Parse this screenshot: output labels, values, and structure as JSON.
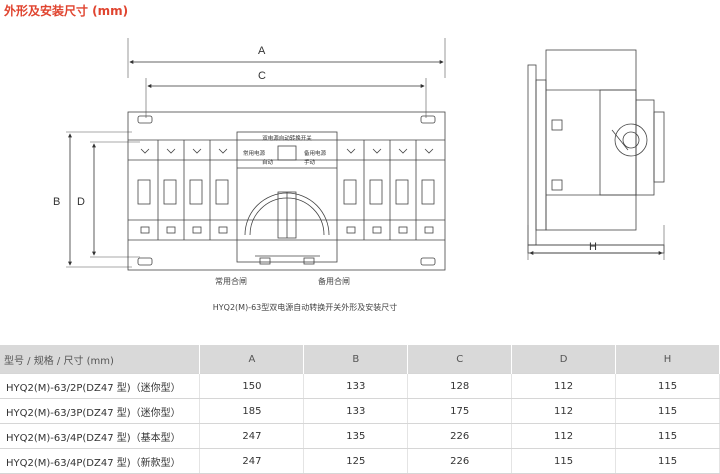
{
  "title": "外形及安装尺寸 (mm)",
  "drawing": {
    "dims": {
      "A": "A",
      "B": "B",
      "C": "C",
      "D": "D",
      "H": "H"
    },
    "labels": {
      "left_bottom": "常用合闸",
      "right_bottom": "备用合闸",
      "panel_title": "双电源自动转换开关",
      "common_power": "常用电源",
      "backup_power": "备用电源",
      "auto": "自动",
      "manual": "手动"
    },
    "caption": "HYQ2(M)-63型双电源自动转换开关外形及安装尺寸"
  },
  "table": {
    "headers": [
      "型号 / 规格 / 尺寸 (mm)",
      "A",
      "B",
      "C",
      "D",
      "H"
    ],
    "rows": [
      [
        "HYQ2(M)-63/2P(DZ47 型)（迷你型）",
        "150",
        "133",
        "128",
        "112",
        "115"
      ],
      [
        "HYQ2(M)-63/3P(DZ47 型)（迷你型）",
        "185",
        "133",
        "175",
        "112",
        "115"
      ],
      [
        "HYQ2(M)-63/4P(DZ47 型)（基本型）",
        "247",
        "135",
        "226",
        "112",
        "115"
      ],
      [
        "HYQ2(M)-63/4P(DZ47 型)（新款型）",
        "247",
        "125",
        "226",
        "115",
        "115"
      ]
    ]
  }
}
